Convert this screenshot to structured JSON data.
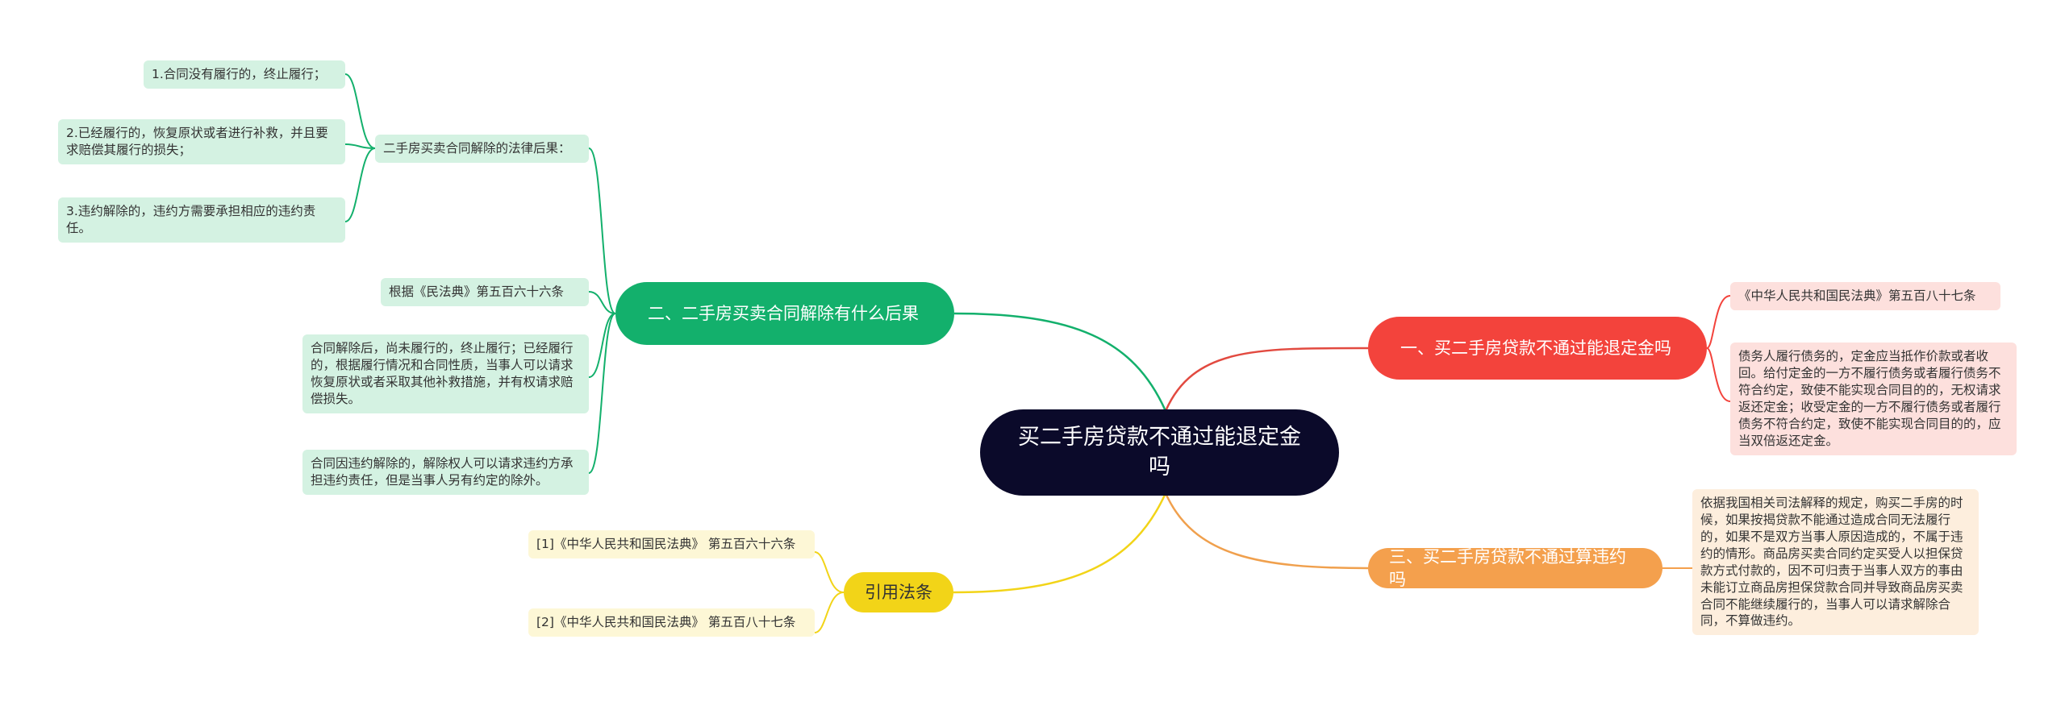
{
  "root": {
    "label": "买二手房贷款不通过能退定金吗"
  },
  "branches": {
    "b1": {
      "label": "一、买二手房贷款不通过能退定金吗",
      "children": [
        "《中华人民共和国民法典》第五百八十七条",
        "债务人履行债务的，定金应当抵作价款或者收回。给付定金的一方不履行债务或者履行债务不符合约定，致使不能实现合同目的的，无权请求返还定金；收受定金的一方不履行债务或者履行债务不符合约定，致使不能实现合同目的的，应当双倍返还定金。"
      ]
    },
    "b2": {
      "label": "二、二手房买卖合同解除有什么后果",
      "sub": {
        "label": "二手房买卖合同解除的法律后果：",
        "children": [
          "1.合同没有履行的，终止履行；",
          "2.已经履行的，恢复原状或者进行补救，并且要求赔偿其履行的损失；",
          "3.违约解除的，违约方需要承担相应的违约责任。"
        ]
      },
      "children": [
        "根据《民法典》第五百六十六条",
        "合同解除后，尚未履行的，终止履行；已经履行的，根据履行情况和合同性质，当事人可以请求恢复原状或者采取其他补救措施，并有权请求赔偿损失。",
        "合同因违约解除的，解除权人可以请求违约方承担违约责任，但是当事人另有约定的除外。"
      ]
    },
    "b3": {
      "label": "三、买二手房贷款不通过算违约吗",
      "children": [
        "依据我国相关司法解释的规定，购买二手房的时候，如果按揭贷款不能通过造成合同无法履行的，如果不是双方当事人原因造成的，不属于违约的情形。商品房买卖合同约定买受人以担保贷款方式付款的，因不可归责于当事人双方的事由未能订立商品房担保贷款合同并导致商品房买卖合同不能继续履行的，当事人可以请求解除合同，不算做违约。"
      ]
    },
    "b4": {
      "label": "引用法条",
      "children": [
        "[1]《中华人民共和国民法典》 第五百六十六条",
        "[2]《中华人民共和国民法典》 第五百八十七条"
      ]
    }
  },
  "colors": {
    "root": "#0b0a2a",
    "b1": "#f3433c",
    "b2": "#13b06c",
    "b3": "#f4a04d",
    "b4": "#f2d418"
  }
}
